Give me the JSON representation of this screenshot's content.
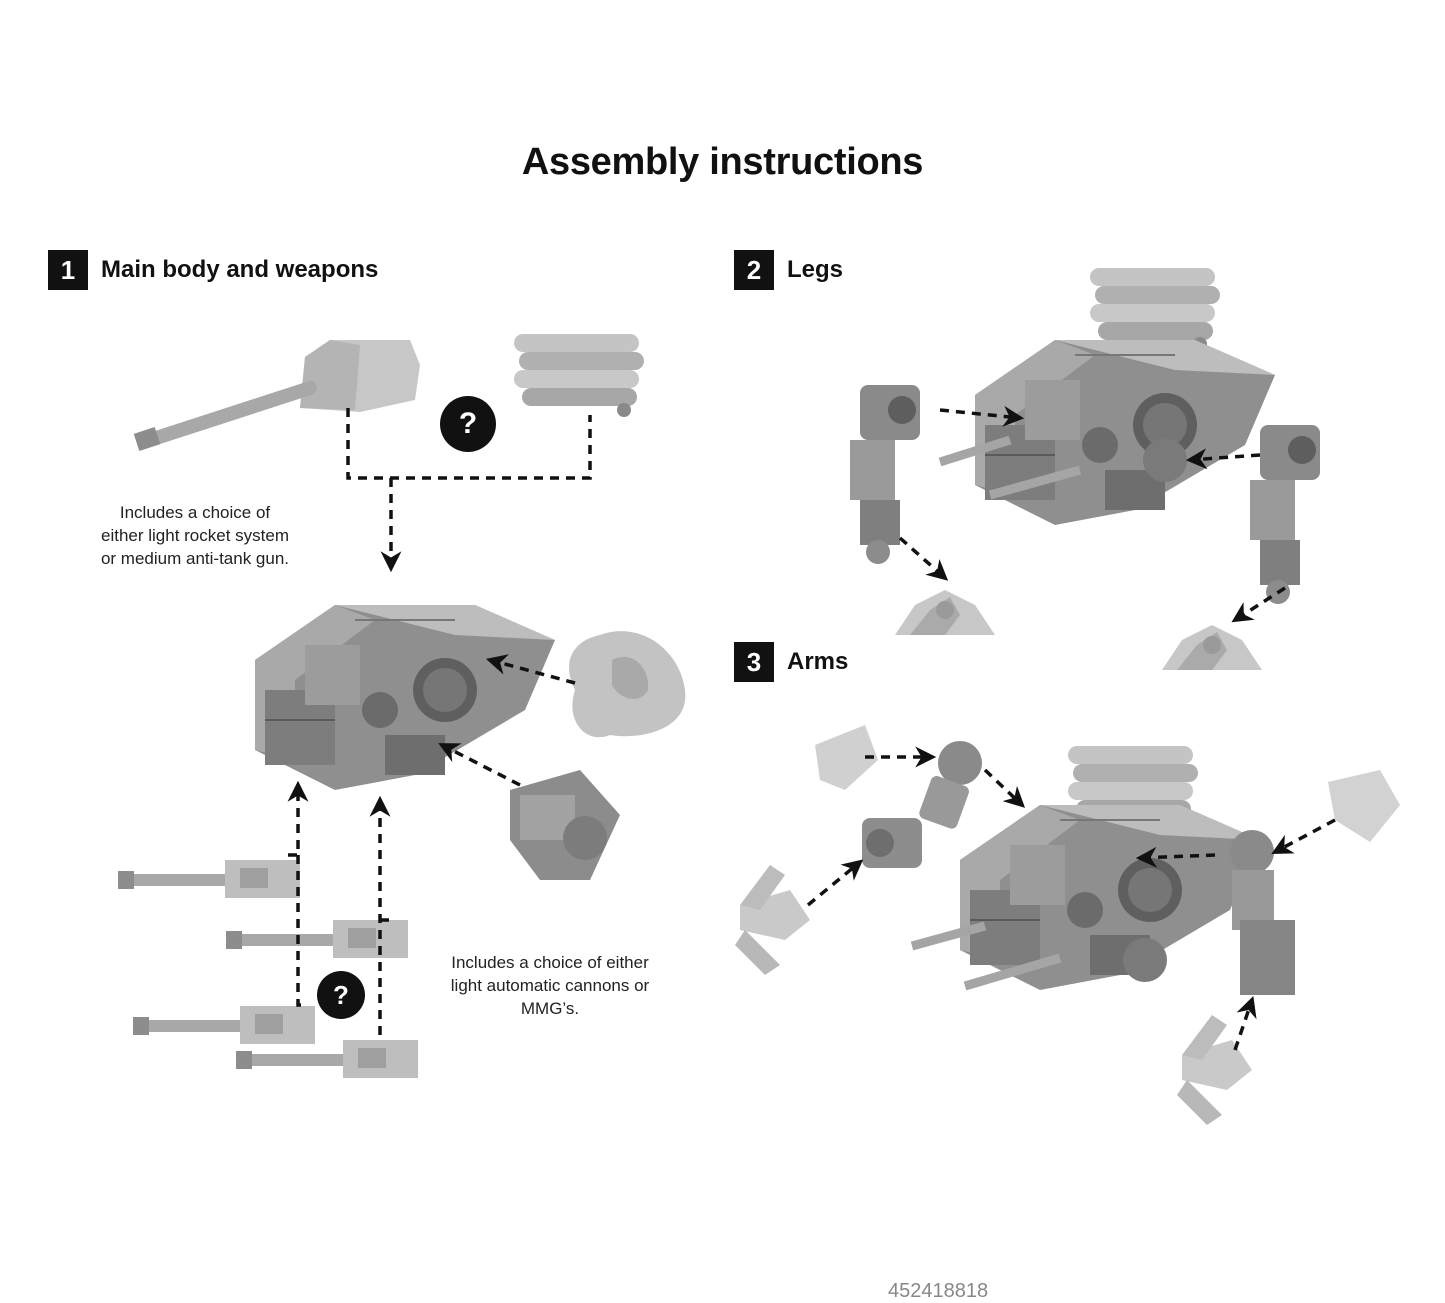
{
  "title": "Assembly instructions",
  "steps": [
    {
      "number": "1",
      "label": "Main body and weapons"
    },
    {
      "number": "2",
      "label": "Legs"
    },
    {
      "number": "3",
      "label": "Arms"
    }
  ],
  "notes": {
    "rocket_choice": "Includes a choice of either light rocket system or medium anti-tank gun.",
    "cannon_choice": "Includes a choice of either light automatic cannons or MMG’s."
  },
  "choice_badge": "?",
  "part_code": "452418818"
}
